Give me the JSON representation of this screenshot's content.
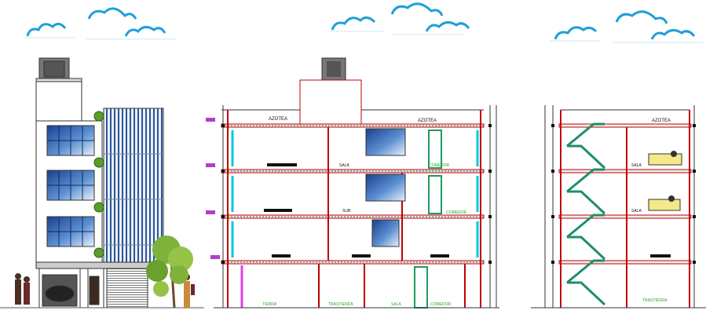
{
  "section_a": {
    "top_labels": [
      "AZOTEA",
      "AZOTEA"
    ],
    "floor3_labels": [
      "SALA",
      "COMEDOR"
    ],
    "floor2_labels": [
      "SUB",
      "COMEDOR"
    ],
    "ground_labels": [
      "TIENDA",
      "TRASTIENDA",
      "SALA",
      "COMEDOR"
    ]
  },
  "section_b": {
    "top_label": "AZOTEA",
    "sala_labels": [
      "SALA",
      "SALA"
    ],
    "ground_label": "TRASTIENDA"
  },
  "colors": {
    "wall_red": "#c00000",
    "cloud_blue": "#1f9fd8",
    "green_text": "#22aa22",
    "glass_blue": "#3b6fb6",
    "purple_marker": "#b040c8"
  }
}
